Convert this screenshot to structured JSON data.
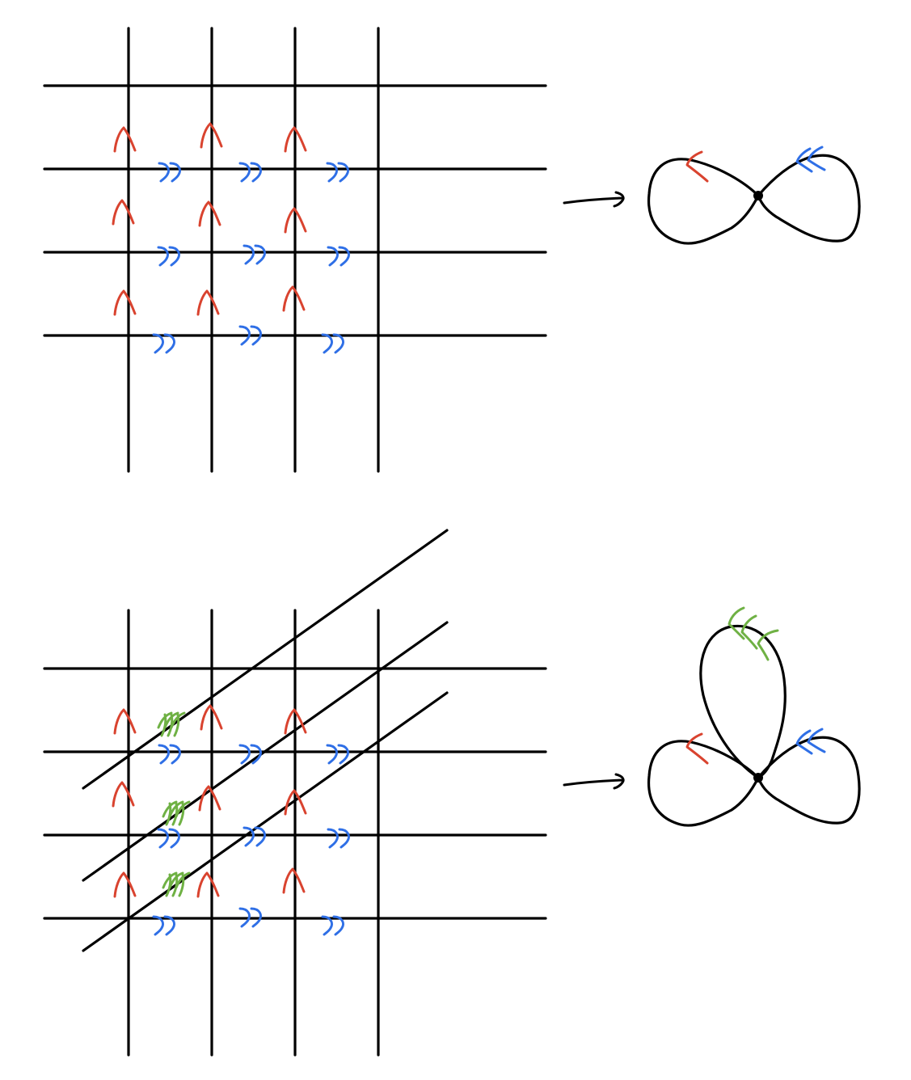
{
  "colors": {
    "ink": "#000000",
    "horizontal_mark": "#d9432f",
    "vertical_mark": "#2f6fe6",
    "diagonal_mark": "#6fb144",
    "background": "#ffffff"
  },
  "panels": [
    {
      "id": "two-direction-grid",
      "line_families": [
        "horizontal",
        "vertical"
      ],
      "mark_legend": {
        "red-single-tick": "horizontal",
        "blue-double-tick": "vertical"
      },
      "result": "wedge-of-two-circles",
      "result_loops": [
        {
          "mark_color": "horizontal_mark",
          "tick_count": 1
        },
        {
          "mark_color": "vertical_mark",
          "tick_count": 2
        }
      ]
    },
    {
      "id": "three-direction-grid",
      "line_families": [
        "horizontal",
        "vertical",
        "diagonal"
      ],
      "mark_legend": {
        "red-single-tick": "horizontal",
        "blue-double-tick": "vertical",
        "green-triple-tick": "diagonal"
      },
      "result": "wedge-of-three-circles",
      "result_loops": [
        {
          "mark_color": "horizontal_mark",
          "tick_count": 1
        },
        {
          "mark_color": "vertical_mark",
          "tick_count": 2
        },
        {
          "mark_color": "diagonal_mark",
          "tick_count": 3
        }
      ]
    }
  ],
  "icons": [
    "right-arrow-icon",
    "right-arrow-icon"
  ]
}
